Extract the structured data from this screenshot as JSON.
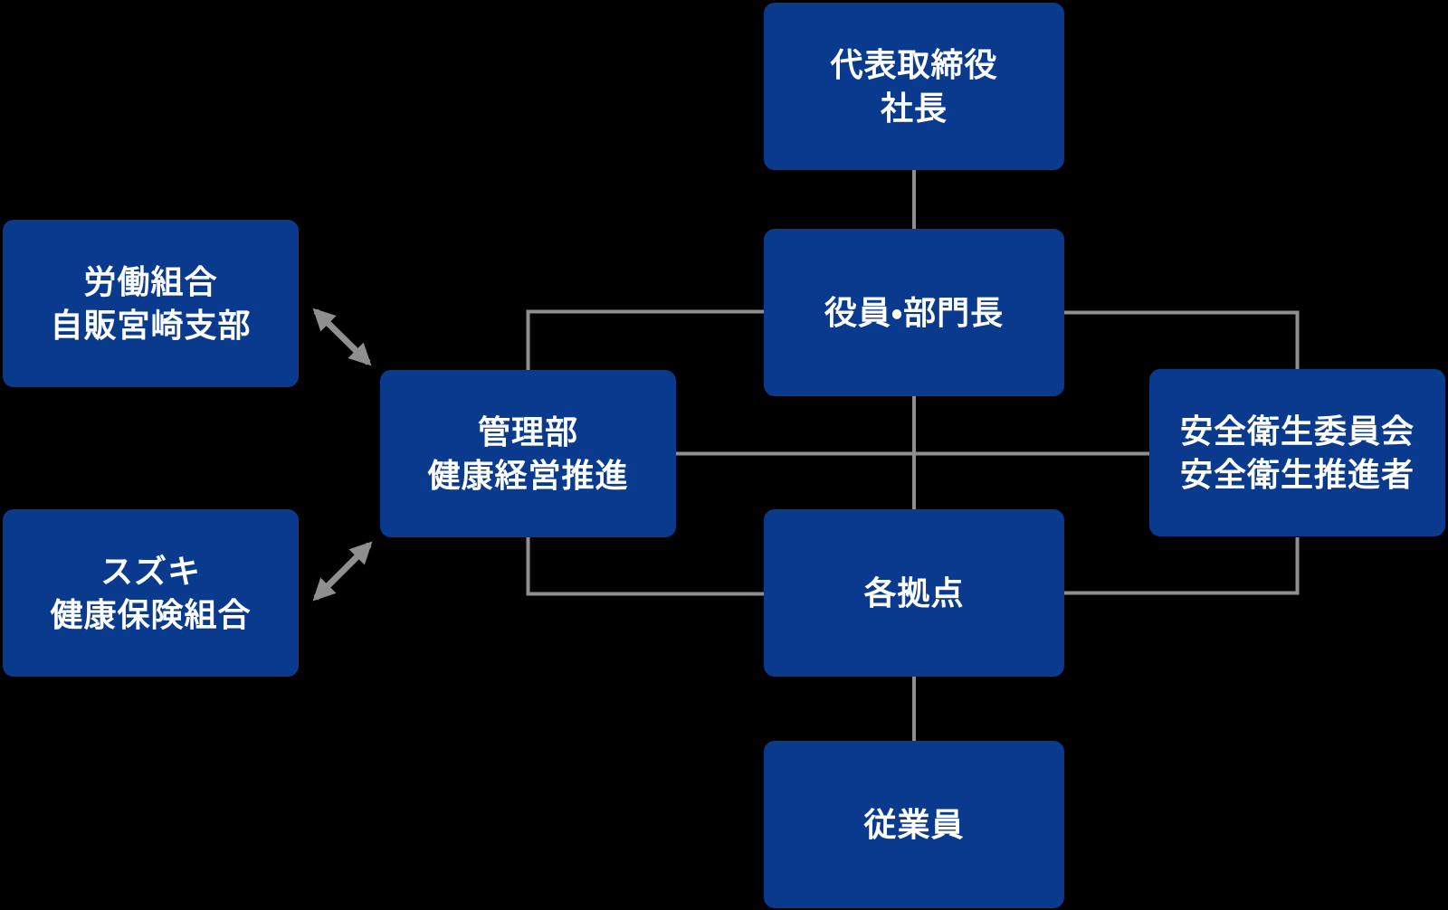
{
  "colors": {
    "background": "#000000",
    "node_bg": "#0a3a8d",
    "node_text": "#ffffff",
    "connector": "#8f8f8f"
  },
  "nodes": {
    "president": {
      "label": "代表取締役\n社長"
    },
    "officers": {
      "label": "役員・部門長"
    },
    "admin": {
      "label": "管理部\n健康経営推進"
    },
    "union": {
      "label": "労働組合\n自販宮崎支部"
    },
    "insurance": {
      "label": "スズキ\n健康保険組合"
    },
    "safety": {
      "label": "安全衛生委員会\n安全衛生推進者"
    },
    "sites": {
      "label": "各拠点"
    },
    "employees": {
      "label": "従業員"
    }
  },
  "edges": [
    {
      "from": "president",
      "to": "officers",
      "style": "line"
    },
    {
      "from": "officers",
      "to": "sites",
      "style": "line"
    },
    {
      "from": "sites",
      "to": "employees",
      "style": "line"
    },
    {
      "from": "admin",
      "to": "officers",
      "style": "elbow"
    },
    {
      "from": "admin",
      "to": "safety",
      "style": "line"
    },
    {
      "from": "admin",
      "to": "sites",
      "style": "elbow"
    },
    {
      "from": "safety",
      "to": "officers",
      "style": "elbow"
    },
    {
      "from": "safety",
      "to": "sites",
      "style": "elbow"
    },
    {
      "from": "union",
      "to": "admin",
      "style": "double-arrow"
    },
    {
      "from": "insurance",
      "to": "admin",
      "style": "double-arrow"
    }
  ]
}
